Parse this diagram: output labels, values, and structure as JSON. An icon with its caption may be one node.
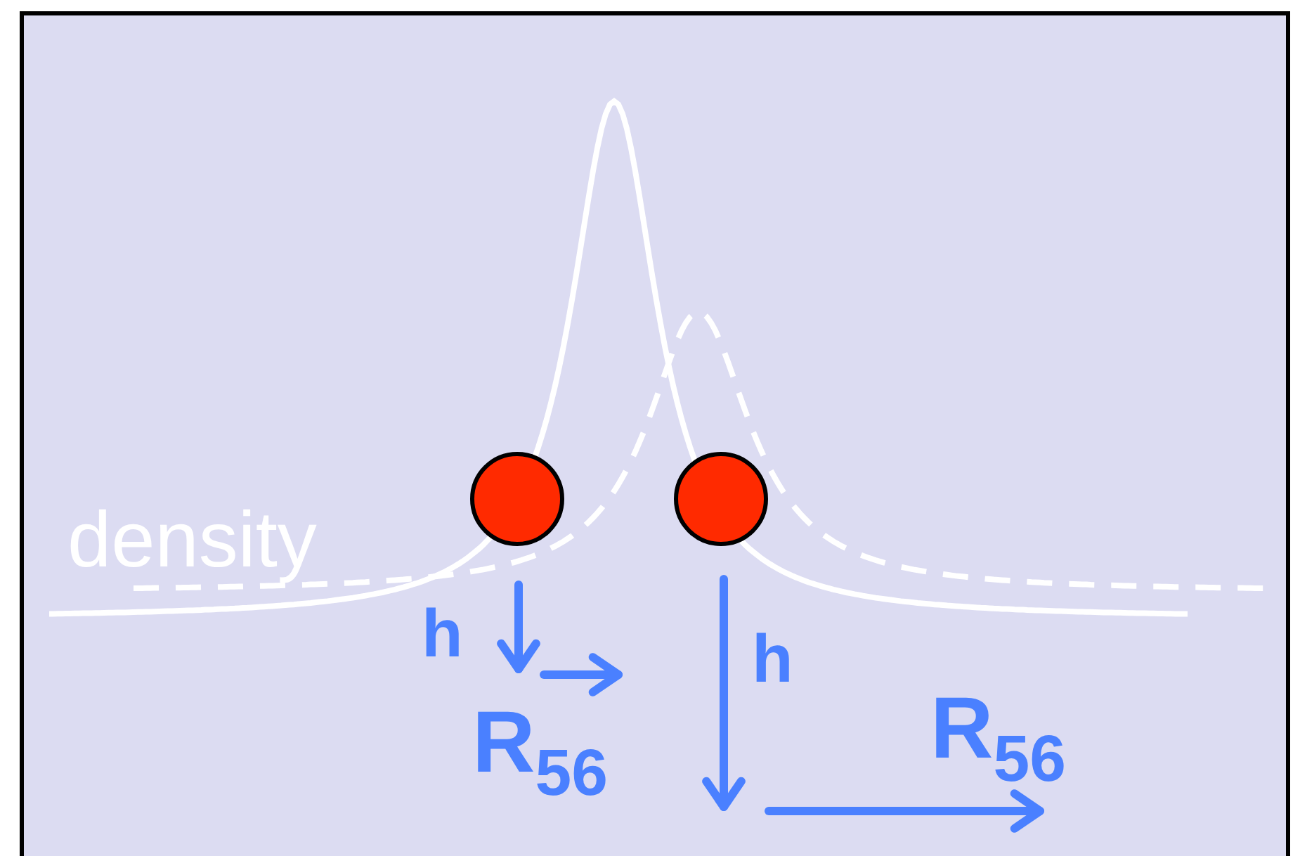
{
  "diagram": {
    "labels": [
      "density",
      "h",
      "R$_{56}$",
      "h",
      "R$_{56}$"
    ]
  }
}
